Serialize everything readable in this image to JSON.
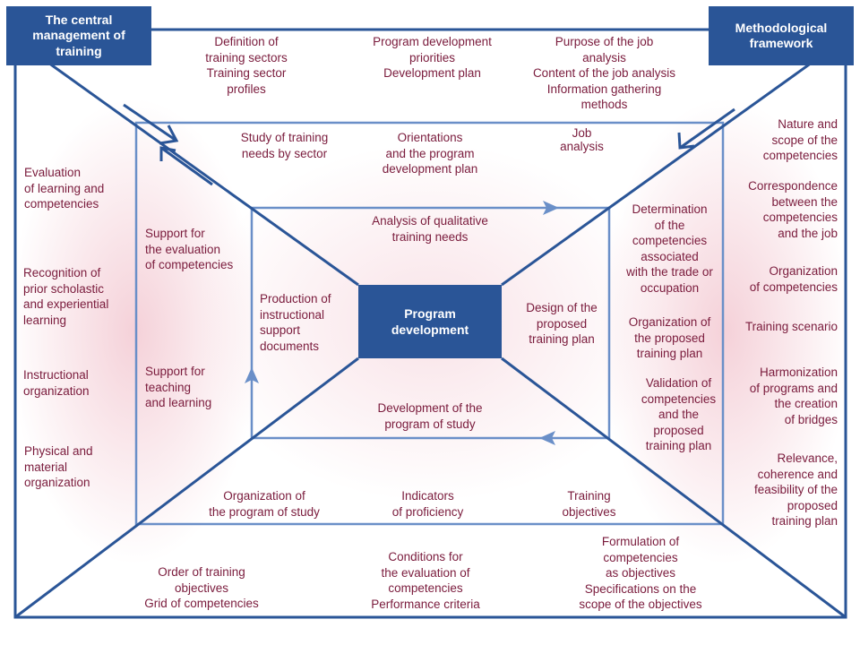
{
  "header": {
    "left_box": "The central\nmanagement of\ntraining",
    "right_box": "Methodological\nframework"
  },
  "center": {
    "label": "Program\ndevelopment"
  },
  "top": {
    "definition": "Definition of\ntraining sectors\nTraining sector\nprofiles",
    "priorities": "Program development\npriorities\nDevelopment plan",
    "job_analysis_purpose": "Purpose of the job\nanalysis\nContent of the job analysis\nInformation gathering\nmethods"
  },
  "ring2_top": {
    "study": "Study of training\nneeds by sector",
    "orientations": "Orientations\nand the program\ndevelopment plan",
    "job_analysis": "Job\nanalysis"
  },
  "ring3": {
    "analysis_qualitative": "Analysis of qualitative\ntraining needs",
    "determination": "Determination\nof the\ncompetencies\nassociated\nwith the trade or\noccupation",
    "design": "Design of the\nproposed\ntraining plan",
    "organization_plan": "Organization of\nthe proposed\ntraining plan",
    "validation": "Validation of\ncompetencies\nand the\nproposed\ntraining plan",
    "development_study": "Development of the\nprogram of study",
    "production": "Production of\ninstructional\nsupport\ndocuments"
  },
  "ring2_left": {
    "support_evaluation": "Support for\nthe evaluation\nof competencies",
    "support_teaching": "Support for\nteaching\nand learning"
  },
  "ring2_bottom": {
    "organization_program": "Organization of\nthe program of study",
    "indicators": "Indicators\nof proficiency",
    "training_objectives": "Training\nobjectives"
  },
  "left": {
    "evaluation": "Evaluation\nof learning and\ncompetencies",
    "recognition": "Recognition of\nprior scholastic\nand experiential\nlearning",
    "instructional": "Instructional\norganization",
    "physical": "Physical and\nmaterial\norganization"
  },
  "right": {
    "nature": "Nature and\nscope of the\ncompetencies",
    "correspondence": "Correspondence\nbetween the\ncompetencies\nand the job",
    "organization_comp": "Organization\nof competencies",
    "scenario": "Training scenario",
    "harmonization": "Harmonization\nof programs and\nthe creation\nof bridges",
    "relevance": "Relevance,\ncoherence and\nfeasibility of the\nproposed\ntraining plan"
  },
  "bottom": {
    "order": "Order of training\nobjectives\nGrid of competencies",
    "conditions": "Conditions for\nthe evaluation of\ncompetencies\nPerformance criteria",
    "formulation": "Formulation of\ncompetencies\nas objectives\nSpecifications on the\nscope of the objectives"
  },
  "colors": {
    "frame_blue": "#2a5597",
    "ring_blue": "#6a8fc8",
    "text_maroon": "#7a1b3c",
    "glow_pink": "#f3c9d2"
  }
}
